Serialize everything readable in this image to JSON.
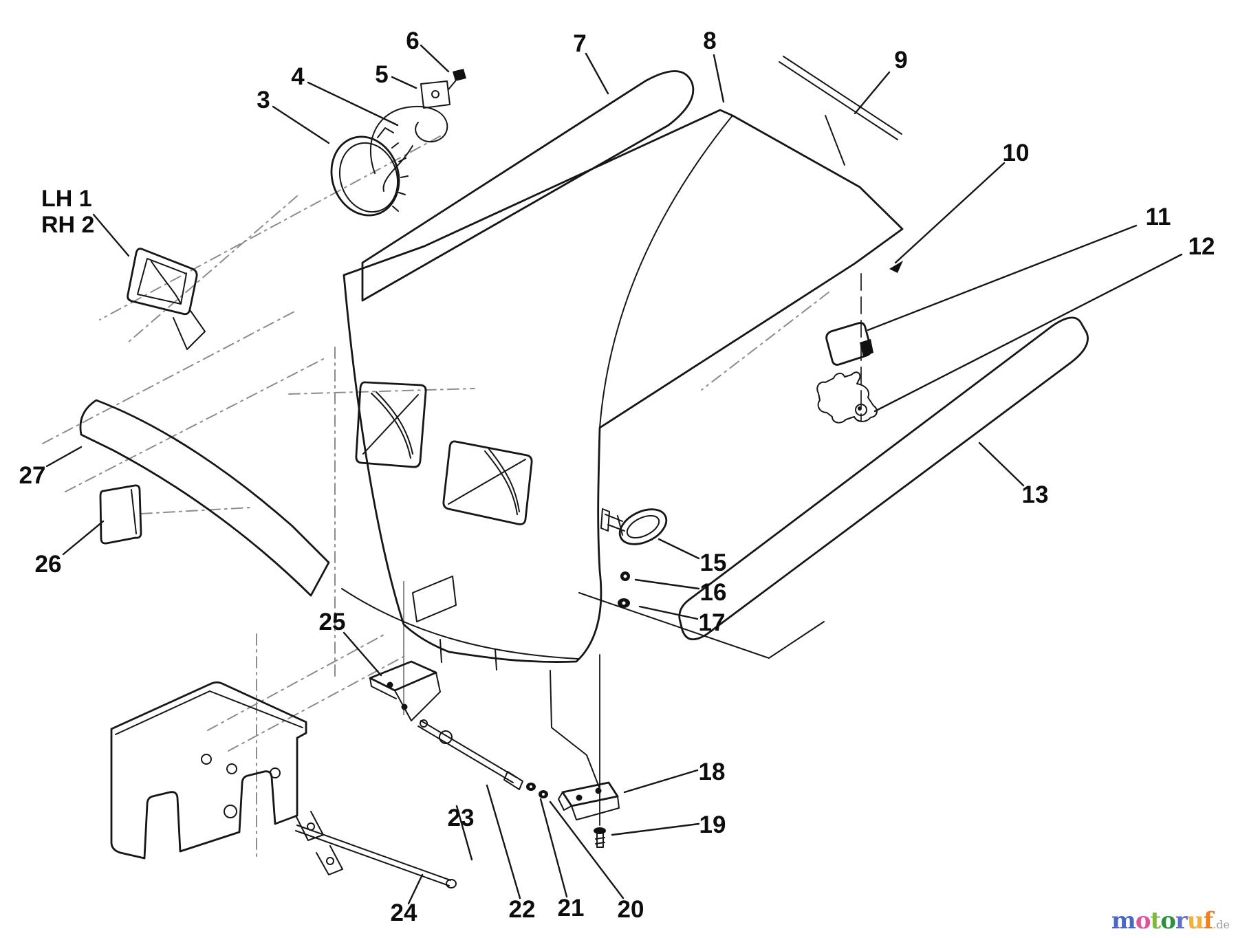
{
  "diagram": {
    "type": "exploded-parts-line-drawing",
    "background": "#ffffff",
    "line_color": "#161616",
    "construction_line_color": "#8c8c8c",
    "side_note": {
      "line1": "LH 1",
      "line2": "RH 2"
    },
    "callouts": {
      "c3": "3",
      "c4": "4",
      "c5": "5",
      "c6": "6",
      "c7": "7",
      "c8": "8",
      "c9": "9",
      "c10": "10",
      "c11": "11",
      "c12": "12",
      "c13": "13",
      "c15": "15",
      "c16": "16",
      "c17": "17",
      "c18": "18",
      "c19": "19",
      "c20": "20",
      "c21": "21",
      "c22": "22",
      "c23": "23",
      "c24": "24",
      "c25": "25",
      "c26": "26",
      "c27": "27"
    },
    "logo": {
      "letters": [
        {
          "ch": "m",
          "color": "#4868c8"
        },
        {
          "ch": "o",
          "color": "#e0529c"
        },
        {
          "ch": "t",
          "color": "#7cb93f"
        },
        {
          "ch": "o",
          "color": "#2e8f3c"
        },
        {
          "ch": "r",
          "color": "#5e6fd0"
        },
        {
          "ch": "u",
          "color": "#f0b03c"
        },
        {
          "ch": "f",
          "color": "#ef7f1f"
        }
      ],
      "suffix": ".de",
      "suffix_color": "#9a9a9a"
    }
  }
}
